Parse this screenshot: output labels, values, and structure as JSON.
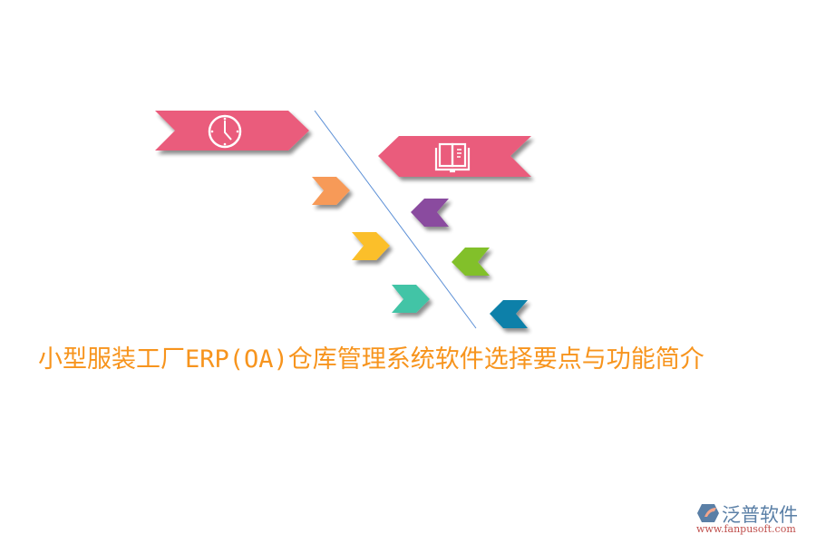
{
  "title": "小型服装工厂ERP(OA)仓库管理系统软件选择要点与功能简介",
  "colors": {
    "banner": "#ea5c7b",
    "orange": "#f79a58",
    "purple": "#8a4b9f",
    "yellow": "#fbbf2c",
    "green": "#82c02b",
    "teal": "#42c4a6",
    "blue": "#0b80a9",
    "spine": "#5b8fd6",
    "title": "#f7941d"
  },
  "diagram": {
    "banners": [
      {
        "side": "left",
        "icon": "clock-icon",
        "color": "#ea5c7b"
      },
      {
        "side": "right",
        "icon": "book-icon",
        "color": "#ea5c7b"
      }
    ],
    "chevrons": [
      {
        "side": "left",
        "direction": "right",
        "color": "#f79a58"
      },
      {
        "side": "right",
        "direction": "left",
        "color": "#8a4b9f"
      },
      {
        "side": "left",
        "direction": "right",
        "color": "#fbbf2c"
      },
      {
        "side": "right",
        "direction": "left",
        "color": "#82c02b"
      },
      {
        "side": "left",
        "direction": "right",
        "color": "#42c4a6"
      },
      {
        "side": "right",
        "direction": "left",
        "color": "#0b80a9"
      }
    ]
  },
  "logo": {
    "name": "泛普软件",
    "url": "www.fanpusoft.com"
  }
}
